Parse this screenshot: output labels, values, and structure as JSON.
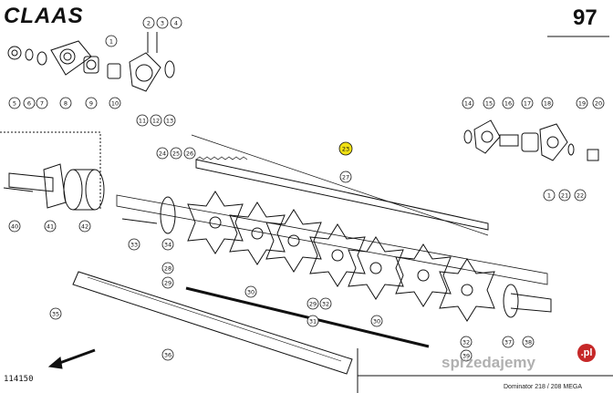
{
  "header": {
    "brand": "CLAAS",
    "page_number": "97"
  },
  "footer": {
    "drawing_number": "114150",
    "model_caption": "Dominator 218 / 208 MEGA"
  },
  "watermark": {
    "text": "sprzedajemy",
    "logo_text": ".pl",
    "logo_color": "#c62828"
  },
  "highlight_color": "#f0e014",
  "callouts": {
    "c1": "1",
    "c2": "2",
    "c3": "3",
    "c4": "4",
    "c5": "5",
    "c6": "6",
    "c7": "7",
    "c8": "8",
    "c9": "9",
    "c10": "10",
    "c11": "11",
    "c12": "12",
    "c13": "13",
    "c14": "14",
    "c15": "15",
    "c16": "16",
    "c17": "17",
    "c18": "18",
    "c19": "19",
    "c20": "20",
    "c1b": "1",
    "c21": "21",
    "c22": "22",
    "c23": "23",
    "c24": "24",
    "c25": "25",
    "c26": "26",
    "c27": "27",
    "c28": "28",
    "c29a": "29",
    "c29b": "29",
    "c30a": "30",
    "c30b": "30",
    "c31": "31",
    "c32a": "32",
    "c32b": "32",
    "c33": "33",
    "c34": "34",
    "c35": "35",
    "c36": "36",
    "c37": "37",
    "c38": "38",
    "c39": "39",
    "c40": "40",
    "c41": "41",
    "c42": "42"
  }
}
